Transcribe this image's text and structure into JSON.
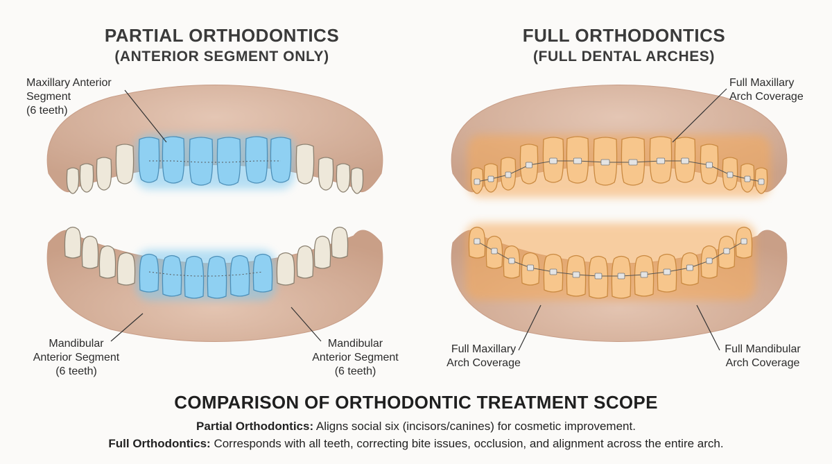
{
  "left_panel": {
    "title": "PARTIAL ORTHODONTICS",
    "subtitle": "(ANTERIOR SEGMENT ONLY)",
    "upper_label": [
      "Maxillary Anterior",
      "Segment",
      "(6 teeth)"
    ],
    "lower_left_label": [
      "Mandibular",
      "Anterior Segment",
      "(6 teeth)"
    ],
    "lower_right_label": [
      "Mandibular",
      "Anterior Segment",
      "(6 teeth)"
    ],
    "highlight_color": "#8fd0f2"
  },
  "right_panel": {
    "title": "FULL ORTHODONTICS",
    "subtitle": "(FULL DENTAL ARCHES)",
    "upper_label": [
      "Full Maxillary",
      "Arch Coverage"
    ],
    "lower_left_label": [
      "Full Maxillary",
      "Arch Coverage"
    ],
    "lower_right_label": [
      "Full Mandibular",
      "Arch Coverage"
    ],
    "highlight_color": "#f7c68c"
  },
  "footer": {
    "title": "COMPARISON OF ORTHODONTIC TREATMENT SCOPE",
    "line1_bold": "Partial Orthodontics:",
    "line1_text": " Aligns social six (incisors/canines) for cosmetic improvement.",
    "line2_bold": "Full Orthodontics:",
    "line2_text": " Corresponds with all teeth, correcting bite issues, occlusion, and alignment across the entire arch."
  },
  "colors": {
    "gum": "#dcb8a3",
    "gum_dark": "#c79c86",
    "tooth_natural": "#eee8da",
    "tooth_outline": "#8a8070",
    "blue_glow": "#7cc8f0",
    "orange_glow": "#f4a95a"
  },
  "icons": [
    "maxillary-arch-icon",
    "mandibular-arch-icon",
    "bracket-icon"
  ]
}
